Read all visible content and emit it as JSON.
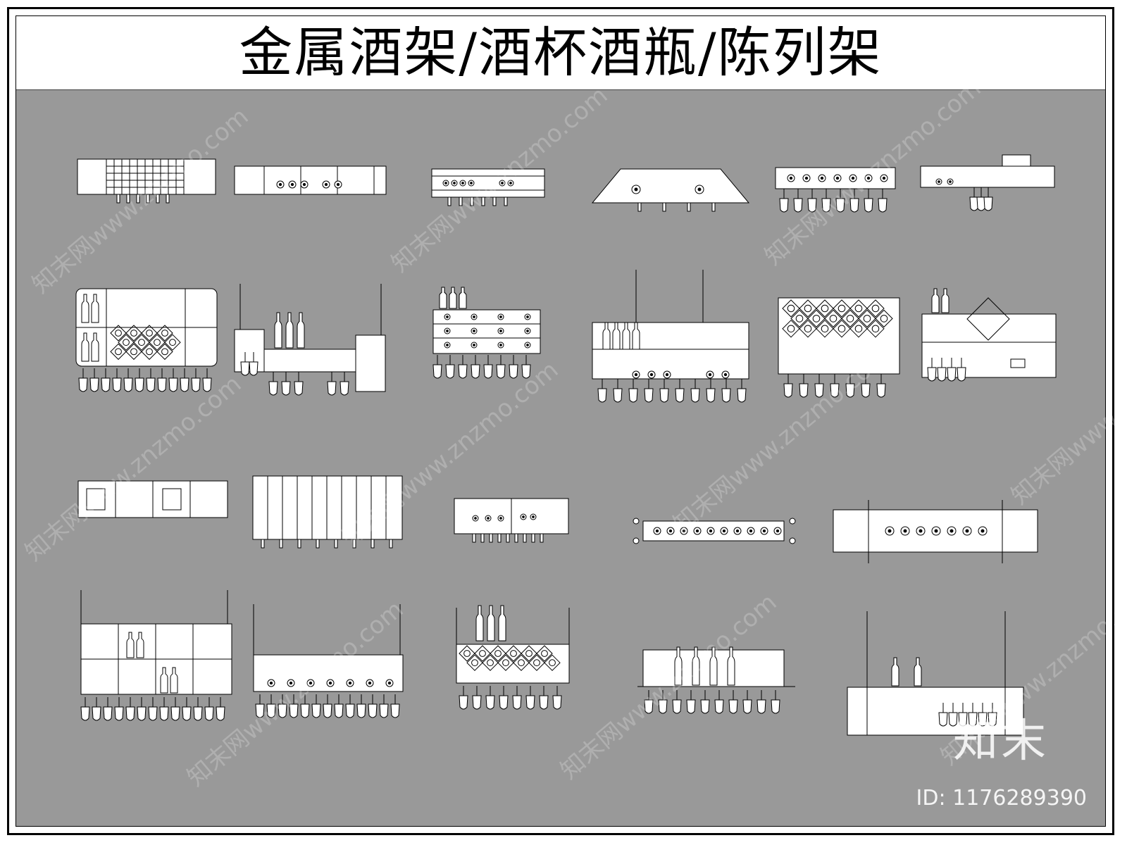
{
  "title": "金属酒架/酒杯酒瓶/陈列架",
  "brand": "知末",
  "id_label": "ID: 1176289390",
  "watermark": "知末网www.znzmo.com",
  "colors": {
    "background": "#999999",
    "line": "#000000",
    "fill": "#ffffff"
  },
  "drawings": [
    {
      "name": "rack-top-1",
      "icon": "wine-rack-plan"
    },
    {
      "name": "rack-top-2",
      "icon": "wine-rack-plan"
    },
    {
      "name": "rack-top-3",
      "icon": "wine-rack-plan"
    },
    {
      "name": "rack-top-4",
      "icon": "wine-rack-plan"
    },
    {
      "name": "rack-top-5",
      "icon": "wine-rack-plan"
    },
    {
      "name": "rack-top-6",
      "icon": "wine-rack-plan"
    },
    {
      "name": "cabinet-elevation-1",
      "icon": "wine-cabinet"
    },
    {
      "name": "cabinet-elevation-2",
      "icon": "wine-cabinet"
    },
    {
      "name": "cabinet-elevation-3",
      "icon": "wine-cabinet"
    },
    {
      "name": "cabinet-elevation-4",
      "icon": "wine-cabinet"
    },
    {
      "name": "cabinet-elevation-5",
      "icon": "wine-cabinet"
    },
    {
      "name": "cabinet-elevation-6",
      "icon": "wine-cabinet"
    },
    {
      "name": "rack-plan-1",
      "icon": "wine-rack-plan"
    },
    {
      "name": "rack-plan-2",
      "icon": "wine-rack-plan"
    },
    {
      "name": "rack-plan-3",
      "icon": "wine-rack-plan"
    },
    {
      "name": "rack-plan-4",
      "icon": "wine-rack-plan"
    },
    {
      "name": "rack-plan-5",
      "icon": "wine-rack-plan"
    },
    {
      "name": "hanging-rack-1",
      "icon": "hanging-glass-rack"
    },
    {
      "name": "hanging-rack-2",
      "icon": "hanging-glass-rack"
    },
    {
      "name": "hanging-rack-3",
      "icon": "hanging-glass-rack"
    },
    {
      "name": "hanging-rack-4",
      "icon": "hanging-glass-rack"
    },
    {
      "name": "hanging-rack-5",
      "icon": "hanging-glass-rack"
    }
  ]
}
